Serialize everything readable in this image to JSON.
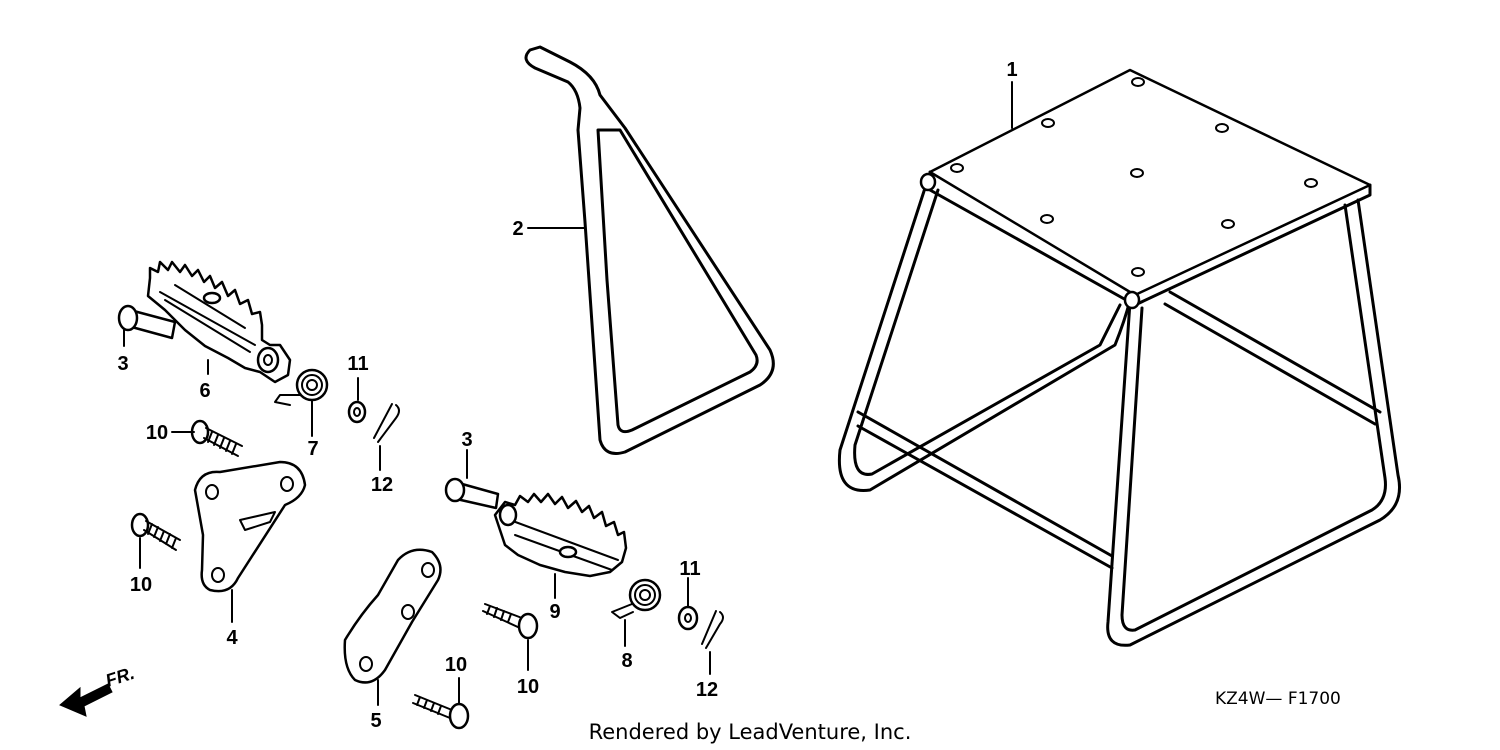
{
  "diagram": {
    "code": "KZ4W— F1700",
    "credit": "Rendered by LeadVenture, Inc.",
    "front_marker": "FR.",
    "callouts": [
      {
        "id": "c1",
        "text": "1"
      },
      {
        "id": "c2",
        "text": "2"
      },
      {
        "id": "c3a",
        "text": "3"
      },
      {
        "id": "c3b",
        "text": "3"
      },
      {
        "id": "c4",
        "text": "4"
      },
      {
        "id": "c5",
        "text": "5"
      },
      {
        "id": "c6",
        "text": "6"
      },
      {
        "id": "c7",
        "text": "7"
      },
      {
        "id": "c8",
        "text": "8"
      },
      {
        "id": "c9",
        "text": "9"
      },
      {
        "id": "c10a",
        "text": "10"
      },
      {
        "id": "c10b",
        "text": "10"
      },
      {
        "id": "c10c",
        "text": "10"
      },
      {
        "id": "c10d",
        "text": "10"
      },
      {
        "id": "c11a",
        "text": "11"
      },
      {
        "id": "c11b",
        "text": "11"
      },
      {
        "id": "c12a",
        "text": "12"
      },
      {
        "id": "c12b",
        "text": "12"
      }
    ]
  }
}
